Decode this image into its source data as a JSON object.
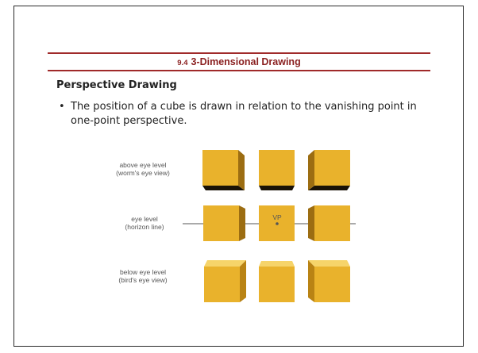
{
  "slide": {
    "section_number": "9.4",
    "section_title": "3-Dimensional Drawing",
    "subtitle": "Perspective Drawing",
    "bullet_symbol": "•",
    "bullet_text": "The position of a cube is drawn in relation to the vanishing point in one-point perspective."
  },
  "figure": {
    "rows": [
      {
        "label_line1": "above eye level",
        "label_line2": "(worm's eye view)"
      },
      {
        "label_line1": "eye level",
        "label_line2": "(horizon line)"
      },
      {
        "label_line1": "below eye level",
        "label_line2": "(bird's eye view)"
      }
    ],
    "vanishing_point_label": "VP"
  },
  "colors": {
    "accent": "#a02a2a",
    "header_text": "#8a1f1f",
    "cube_face": "#e9b22c",
    "cube_shade": "#1a1206",
    "cube_side": "#9c6d12",
    "cube_top": "#f6d46a"
  }
}
